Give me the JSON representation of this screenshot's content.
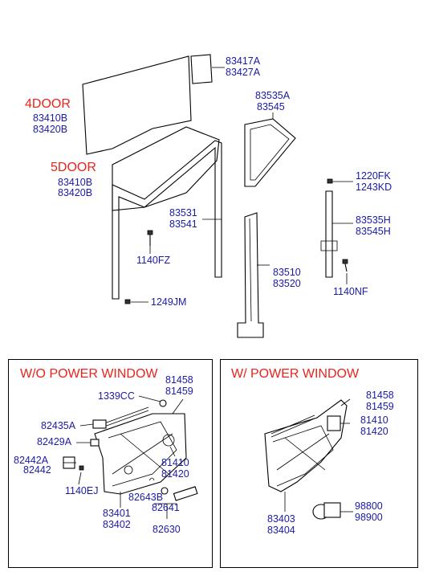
{
  "variants": {
    "four_door": "4DOOR",
    "five_door": "5DOOR"
  },
  "sections": {
    "without_power": "W/O POWER WINDOW",
    "with_power": "W/  POWER WINDOW"
  },
  "labels": {
    "p83417A": "83417A",
    "p83427A": "83427A",
    "p83410B_a": "83410B",
    "p83420B_a": "83420B",
    "p83535A": "83535A",
    "p83545": "83545",
    "p83410B_b": "83410B",
    "p83420B_b": "83420B",
    "p1220FK": "1220FK",
    "p1243KD": "1243KD",
    "p83531": "83531",
    "p83541": "83541",
    "p83535H": "83535H",
    "p83545H": "83545H",
    "p1140FZ": "1140FZ",
    "p83510": "83510",
    "p83520": "83520",
    "p1140NF": "1140NF",
    "p1249JM": "1249JM",
    "p81458_a": "81458",
    "p81459_a": "81459",
    "p1339CC": "1339CC",
    "p82435A": "82435A",
    "p82429A": "82429A",
    "p82442A": "82442A",
    "p82442": "82442",
    "p81410_a": "81410",
    "p81420_a": "81420",
    "p1140EJ": "1140EJ",
    "p82643B": "82643B",
    "p82641": "82641",
    "p83401": "83401",
    "p83402": "83402",
    "p82630": "82630",
    "p81458_b": "81458",
    "p81459_b": "81459",
    "p81410_b": "81410",
    "p81420_b": "81420",
    "p83403": "83403",
    "p83404": "83404",
    "p98800": "98800",
    "p98900": "98900"
  }
}
